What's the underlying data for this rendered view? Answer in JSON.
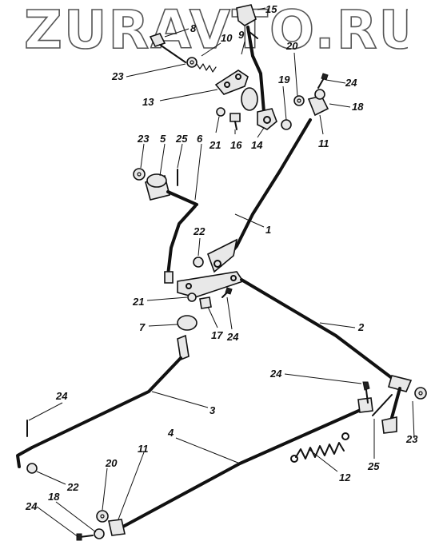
{
  "watermark": "ZURAVTO.RU",
  "callouts": [
    {
      "id": "c15",
      "text": "15"
    },
    {
      "id": "c8",
      "text": "8"
    },
    {
      "id": "c9",
      "text": "9"
    },
    {
      "id": "c10",
      "text": "10"
    },
    {
      "id": "c20a",
      "text": "20"
    },
    {
      "id": "c23a",
      "text": "23"
    },
    {
      "id": "c24a",
      "text": "24"
    },
    {
      "id": "c13",
      "text": "13"
    },
    {
      "id": "c19",
      "text": "19"
    },
    {
      "id": "c18a",
      "text": "18"
    },
    {
      "id": "c21a",
      "text": "21"
    },
    {
      "id": "c16",
      "text": "16"
    },
    {
      "id": "c14",
      "text": "14"
    },
    {
      "id": "c11a",
      "text": "11"
    },
    {
      "id": "c23b",
      "text": "23"
    },
    {
      "id": "c5",
      "text": "5"
    },
    {
      "id": "c25a",
      "text": "25"
    },
    {
      "id": "c6",
      "text": "6"
    },
    {
      "id": "c22a",
      "text": "22"
    },
    {
      "id": "c1",
      "text": "1"
    },
    {
      "id": "c21b",
      "text": "21"
    },
    {
      "id": "c17",
      "text": "17"
    },
    {
      "id": "c24b",
      "text": "24"
    },
    {
      "id": "c2",
      "text": "2"
    },
    {
      "id": "c7",
      "text": "7"
    },
    {
      "id": "c24c",
      "text": "24"
    },
    {
      "id": "c3",
      "text": "3"
    },
    {
      "id": "c24d",
      "text": "24"
    },
    {
      "id": "c4",
      "text": "4"
    },
    {
      "id": "c25b",
      "text": "25"
    },
    {
      "id": "c23c",
      "text": "23"
    },
    {
      "id": "c12",
      "text": "12"
    },
    {
      "id": "c22b",
      "text": "22"
    },
    {
      "id": "c20b",
      "text": "20"
    },
    {
      "id": "c11b",
      "text": "11"
    },
    {
      "id": "c18b",
      "text": "18"
    },
    {
      "id": "c24e",
      "text": "24"
    }
  ]
}
